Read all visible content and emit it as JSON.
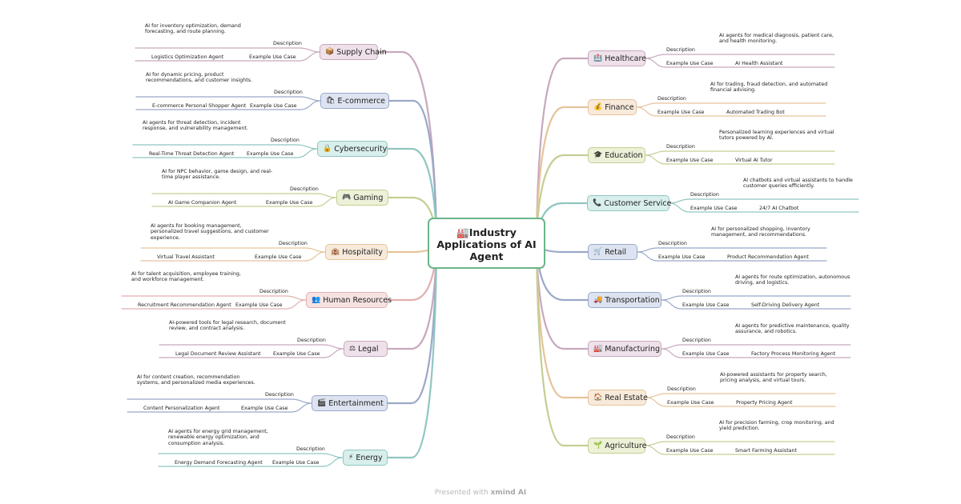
{
  "root": {
    "title_line1": "Industry",
    "title_line2": "Applications of AI",
    "title_line3": "Agent",
    "icon": "factory-icon"
  },
  "labels": {
    "description": "Description",
    "example": "Example Use Case"
  },
  "left": [
    {
      "name": "Supply Chain",
      "icon": "box-icon",
      "desc": "AI for inventory optimization, demand forecasting, and route planning.",
      "example": "Logistics Optimization Agent",
      "color": "#c7a9bd",
      "fill": "#eee1ea"
    },
    {
      "name": "E-commerce",
      "icon": "shopping-bag-icon",
      "desc": "AI for dynamic pricing, product recommendations, and customer insights.",
      "example": "E-commerce Personal Shopper Agent",
      "color": "#9aa8c8",
      "fill": "#dde3f0"
    },
    {
      "name": "Cybersecurity",
      "icon": "lock-icon",
      "desc": "AI agents for threat detection, incident response, and vulnerability management.",
      "example": "Real-Time Threat Detection Agent",
      "color": "#8fc7c0",
      "fill": "#d8efec"
    },
    {
      "name": "Gaming",
      "icon": "gamepad-icon",
      "desc": "AI for NPC behavior, game design, and real-time player assistance.",
      "example": "AI Game Companion Agent",
      "color": "#c3cf93",
      "fill": "#ecf1d8"
    },
    {
      "name": "Hospitality",
      "icon": "hotel-icon",
      "desc": "AI agents for booking management, personalized travel suggestions, and customer experience.",
      "example": "Virtual Travel Assistant",
      "color": "#e6c39a",
      "fill": "#f8eadb"
    },
    {
      "name": "Human Resources",
      "icon": "people-icon",
      "desc": "AI for talent acquisition, employee training, and workforce management.",
      "example": "Recruitment Recommendation Agent",
      "color": "#e3afb0",
      "fill": "#f7e2e2"
    },
    {
      "name": "Legal",
      "icon": "scale-icon",
      "desc": "AI-powered tools for legal research, document review, and contract analysis.",
      "example": "Legal Document Review Assistant",
      "color": "#c7a9bd",
      "fill": "#eee1ea"
    },
    {
      "name": "Entertainment",
      "icon": "film-icon",
      "desc": "AI for content creation, recommendation systems, and personalized media experiences.",
      "example": "Content Personalization Agent",
      "color": "#9aa8c8",
      "fill": "#dde3f0"
    },
    {
      "name": "Energy",
      "icon": "lightning-icon",
      "desc": "AI agents for energy grid management, renewable energy optimization, and consumption analysis.",
      "example": "Energy Demand Forecasting Agent",
      "color": "#8fc7c0",
      "fill": "#d8efec"
    }
  ],
  "right": [
    {
      "name": "Healthcare",
      "icon": "hospital-icon",
      "desc": "AI agents for medical diagnosis, patient care, and health monitoring.",
      "example": "AI Health Assistant",
      "color": "#c7a9bd",
      "fill": "#eee1ea"
    },
    {
      "name": "Finance",
      "icon": "money-icon",
      "desc": "AI for trading, fraud detection, and automated financial advising.",
      "example": "Automated Trading Bot",
      "color": "#e6c39a",
      "fill": "#f8eadb"
    },
    {
      "name": "Education",
      "icon": "graduation-cap-icon",
      "desc": "Personalized learning experiences and virtual tutors powered by AI.",
      "example": "Virtual AI Tutor",
      "color": "#c3cf93",
      "fill": "#ecf1d8"
    },
    {
      "name": "Customer Service",
      "icon": "phone-icon",
      "desc": "AI chatbots and virtual assistants to handle customer queries efficiently.",
      "example": "24/7 AI Chatbot",
      "color": "#8fc7c0",
      "fill": "#d8efec"
    },
    {
      "name": "Retail",
      "icon": "cart-icon",
      "desc": "AI for personalized shopping, inventory management, and recommendations.",
      "example": "Product Recommendation Agent",
      "color": "#9aa8c8",
      "fill": "#dde3f0"
    },
    {
      "name": "Transportation",
      "icon": "truck-icon",
      "desc": "AI agents for route optimization, autonomous driving, and logistics.",
      "example": "Self-Driving Delivery Agent",
      "color": "#9aa8c8",
      "fill": "#dde3f0"
    },
    {
      "name": "Manufacturing",
      "icon": "factory-icon",
      "desc": "AI agents for predictive maintenance, quality assurance, and robotics.",
      "example": "Factory Process Monitoring Agent",
      "color": "#c7a9bd",
      "fill": "#eee1ea"
    },
    {
      "name": "Real Estate",
      "icon": "house-icon",
      "desc": "AI-powered assistants for property search, pricing analysis, and virtual tours.",
      "example": "Property Pricing Agent",
      "color": "#e6c39a",
      "fill": "#f8eadb"
    },
    {
      "name": "Agriculture",
      "icon": "plant-icon",
      "desc": "AI for precision farming, crop monitoring, and yield prediction.",
      "example": "Smart Farming Assistant",
      "color": "#c3cf93",
      "fill": "#ecf1d8"
    }
  ],
  "footer": {
    "prefix": "Presented with ",
    "brand": "xmind AI"
  }
}
